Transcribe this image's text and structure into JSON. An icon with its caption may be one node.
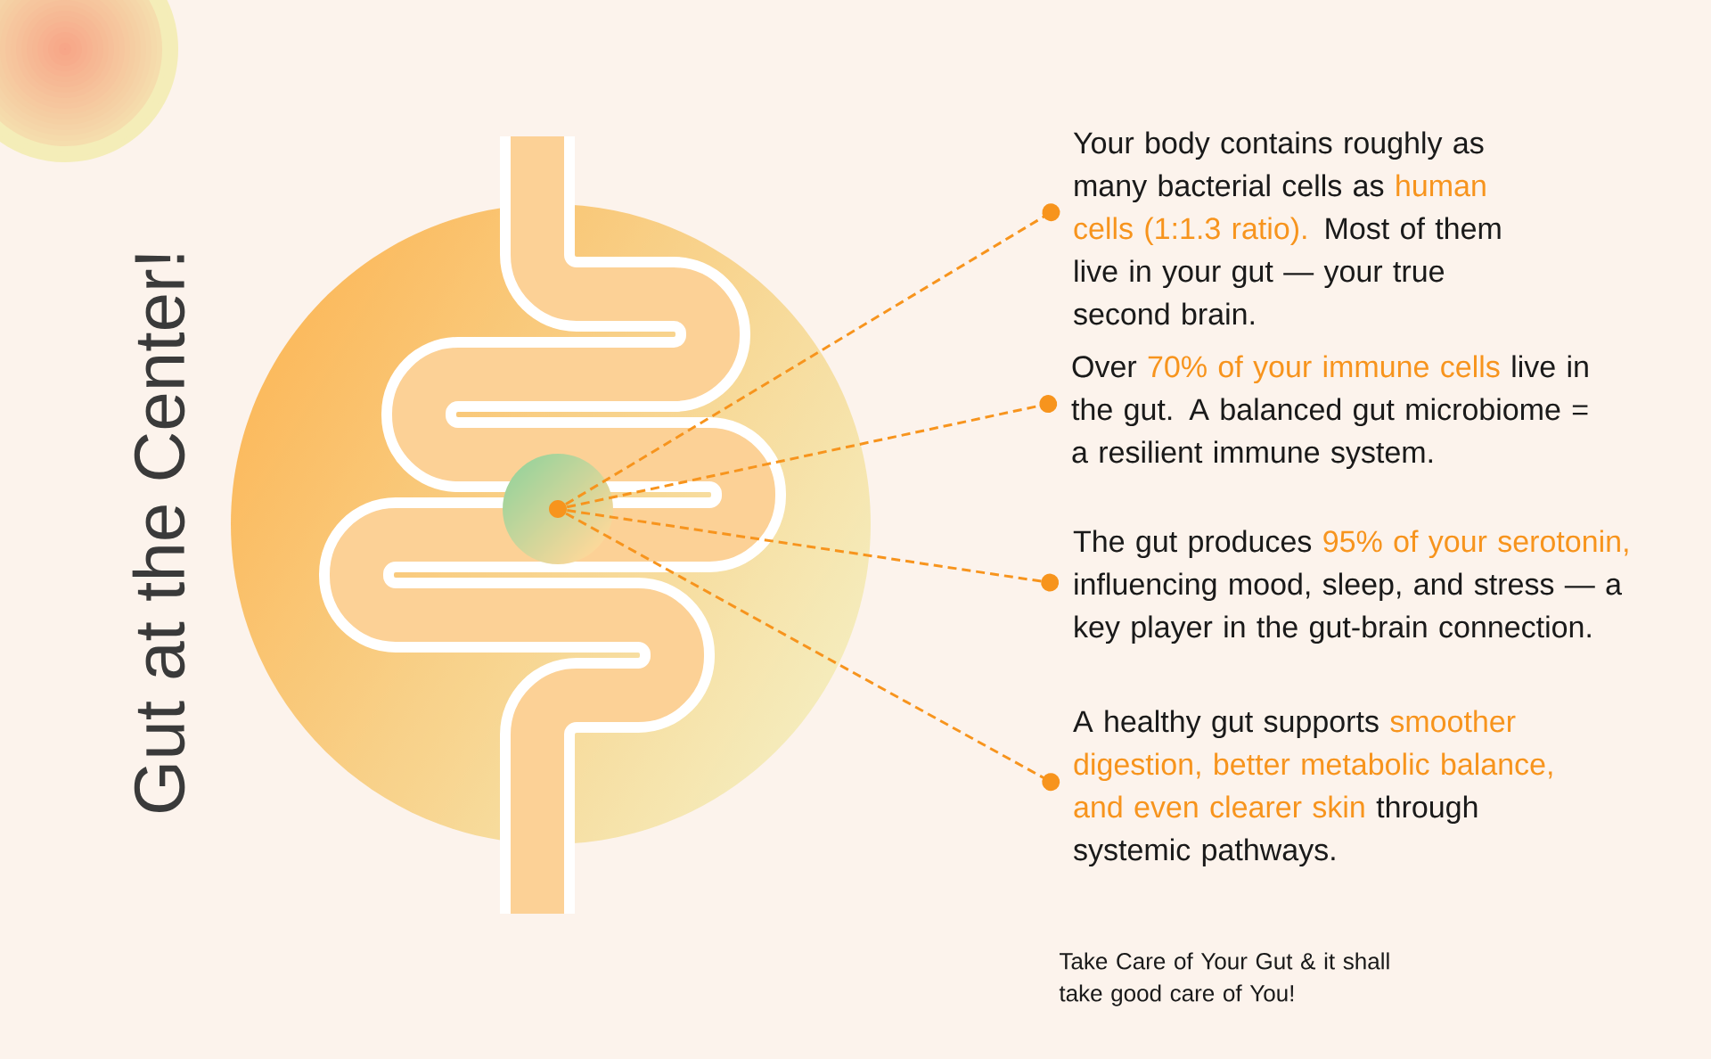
{
  "diagram": {
    "title": "Gut at the Center!",
    "nodes": [
      {
        "text": [],
        "shape": "circle"
      },
      {
        "text": [
          "Your body contains roughly as many bacterial cells as",
          "human cells (1:1.3 ratio).",
          "Most of them live in your gut — your true second brain."
        ]
      },
      {
        "text": [
          "Over",
          "70% of your immune cells",
          "live in the gut. A balanced gut microbiome = a resilient immune system."
        ]
      },
      {
        "text": [
          "The gut produces",
          "95% of your serotonin,",
          "influencing mood, sleep, and stress — a key player in the gut-brain connection."
        ]
      },
      {
        "text": [
          "A healthy gut supports",
          "smoother digestion, better metabolic balance, and even clearer skin",
          "through systemic pathways."
        ]
      }
    ],
    "edges": [
      {
        "from": 0,
        "to": 1,
        "arrow": "other",
        "style": "dashed"
      },
      {
        "from": 0,
        "to": 2,
        "arrow": "other",
        "style": "dashed"
      },
      {
        "from": 0,
        "to": 3,
        "arrow": "other",
        "style": "dashed"
      },
      {
        "from": 0,
        "to": 4,
        "arrow": "other",
        "style": "dashed"
      }
    ],
    "labels": [
      "Take Care of Your Gut & it shall take good care of You!"
    ]
  }
}
